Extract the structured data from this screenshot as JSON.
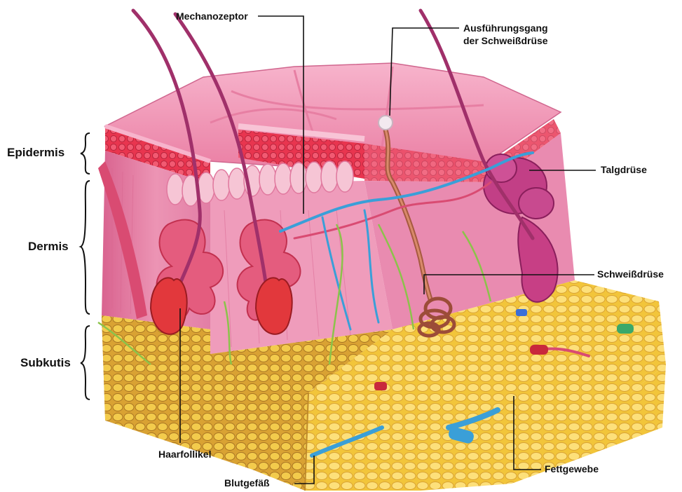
{
  "layers": {
    "epidermis": "Epidermis",
    "dermis": "Dermis",
    "subkutis": "Subkutis"
  },
  "labels": {
    "mechanozeptor": "Mechanozeptor",
    "ausfuehrungsgang_line1": "Ausführungsgang",
    "ausfuehrungsgang_line2": "der Schweißdrüse",
    "talgdruese": "Talgdrüse",
    "schweissdruese": "Schweißdrüse",
    "haarfollikel": "Haarfollikel",
    "blutgefaess": "Blutgefäß",
    "fettgewebe": "Fettgewebe"
  },
  "colors": {
    "epidermis_red": "#e8354f",
    "dermis_pink": "#e786a8",
    "skin_surface": "#f29bb8",
    "fat_yellow": "#f2c53a",
    "fat_dark": "#b8862a",
    "vein_blue": "#3a9fd8",
    "nerve_green": "#8bc34a",
    "hair": "#a0306a"
  }
}
